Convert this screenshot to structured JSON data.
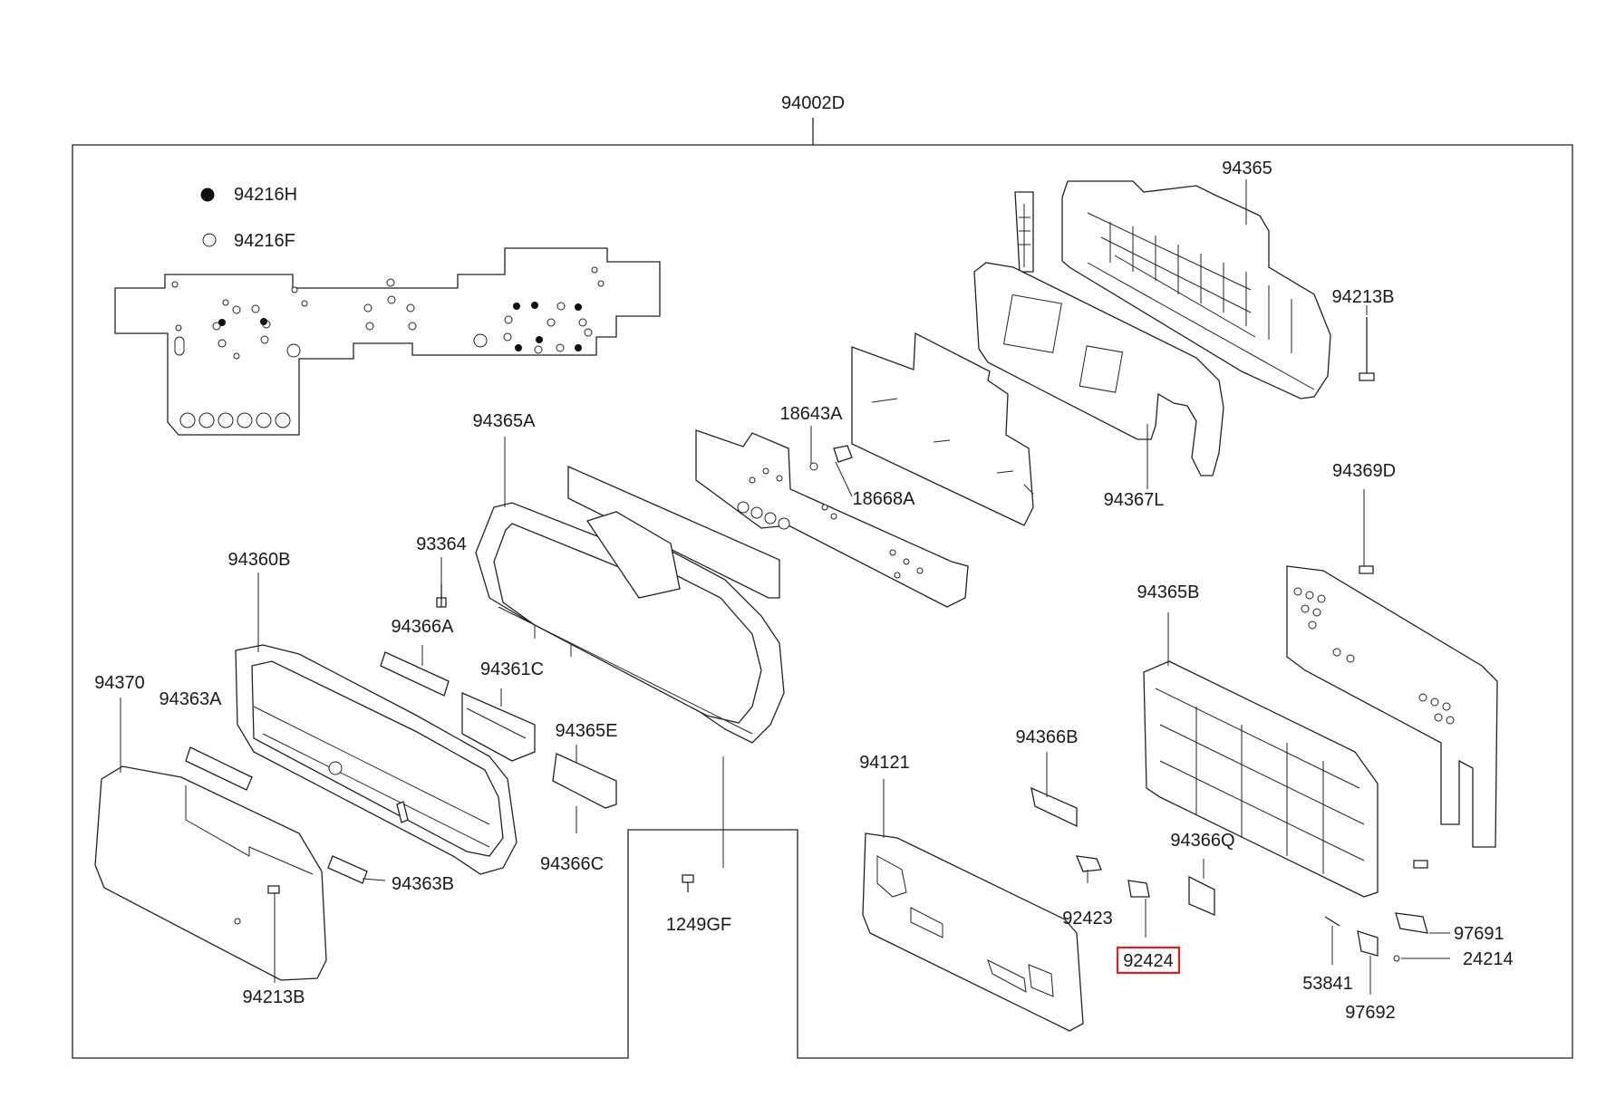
{
  "assembly": {
    "label": "94002D"
  },
  "legend": [
    {
      "symbol": "filled-dot-icon",
      "label": "94216H"
    },
    {
      "symbol": "open-dot-icon",
      "label": "94216F"
    }
  ],
  "callouts": [
    {
      "id": "c-94365",
      "label": "94365"
    },
    {
      "id": "c-94213B-top",
      "label": "94213B"
    },
    {
      "id": "c-94365A",
      "label": "94365A"
    },
    {
      "id": "c-18643A",
      "label": "18643A"
    },
    {
      "id": "c-18668A",
      "label": "18668A"
    },
    {
      "id": "c-94367L",
      "label": "94367L"
    },
    {
      "id": "c-94369D",
      "label": "94369D"
    },
    {
      "id": "c-93364",
      "label": "93364"
    },
    {
      "id": "c-94360B",
      "label": "94360B"
    },
    {
      "id": "c-94366A",
      "label": "94366A"
    },
    {
      "id": "c-94365B",
      "label": "94365B"
    },
    {
      "id": "c-94361C",
      "label": "94361C"
    },
    {
      "id": "c-94370",
      "label": "94370"
    },
    {
      "id": "c-94363A",
      "label": "94363A"
    },
    {
      "id": "c-94365E",
      "label": "94365E"
    },
    {
      "id": "c-94366B",
      "label": "94366B"
    },
    {
      "id": "c-94121",
      "label": "94121"
    },
    {
      "id": "c-94366C",
      "label": "94366C"
    },
    {
      "id": "c-94366Q",
      "label": "94366Q"
    },
    {
      "id": "c-94363B",
      "label": "94363B"
    },
    {
      "id": "c-92423",
      "label": "92423"
    },
    {
      "id": "c-1249GF",
      "label": "1249GF"
    },
    {
      "id": "c-97691",
      "label": "97691"
    },
    {
      "id": "c-92424",
      "label": "92424",
      "highlighted": true
    },
    {
      "id": "c-24214",
      "label": "24214"
    },
    {
      "id": "c-53841",
      "label": "53841"
    },
    {
      "id": "c-94213B-bottom",
      "label": "94213B"
    },
    {
      "id": "c-97692",
      "label": "97692"
    }
  ],
  "colors": {
    "line": "#222222",
    "highlight": "#e02020",
    "background": "#ffffff"
  }
}
